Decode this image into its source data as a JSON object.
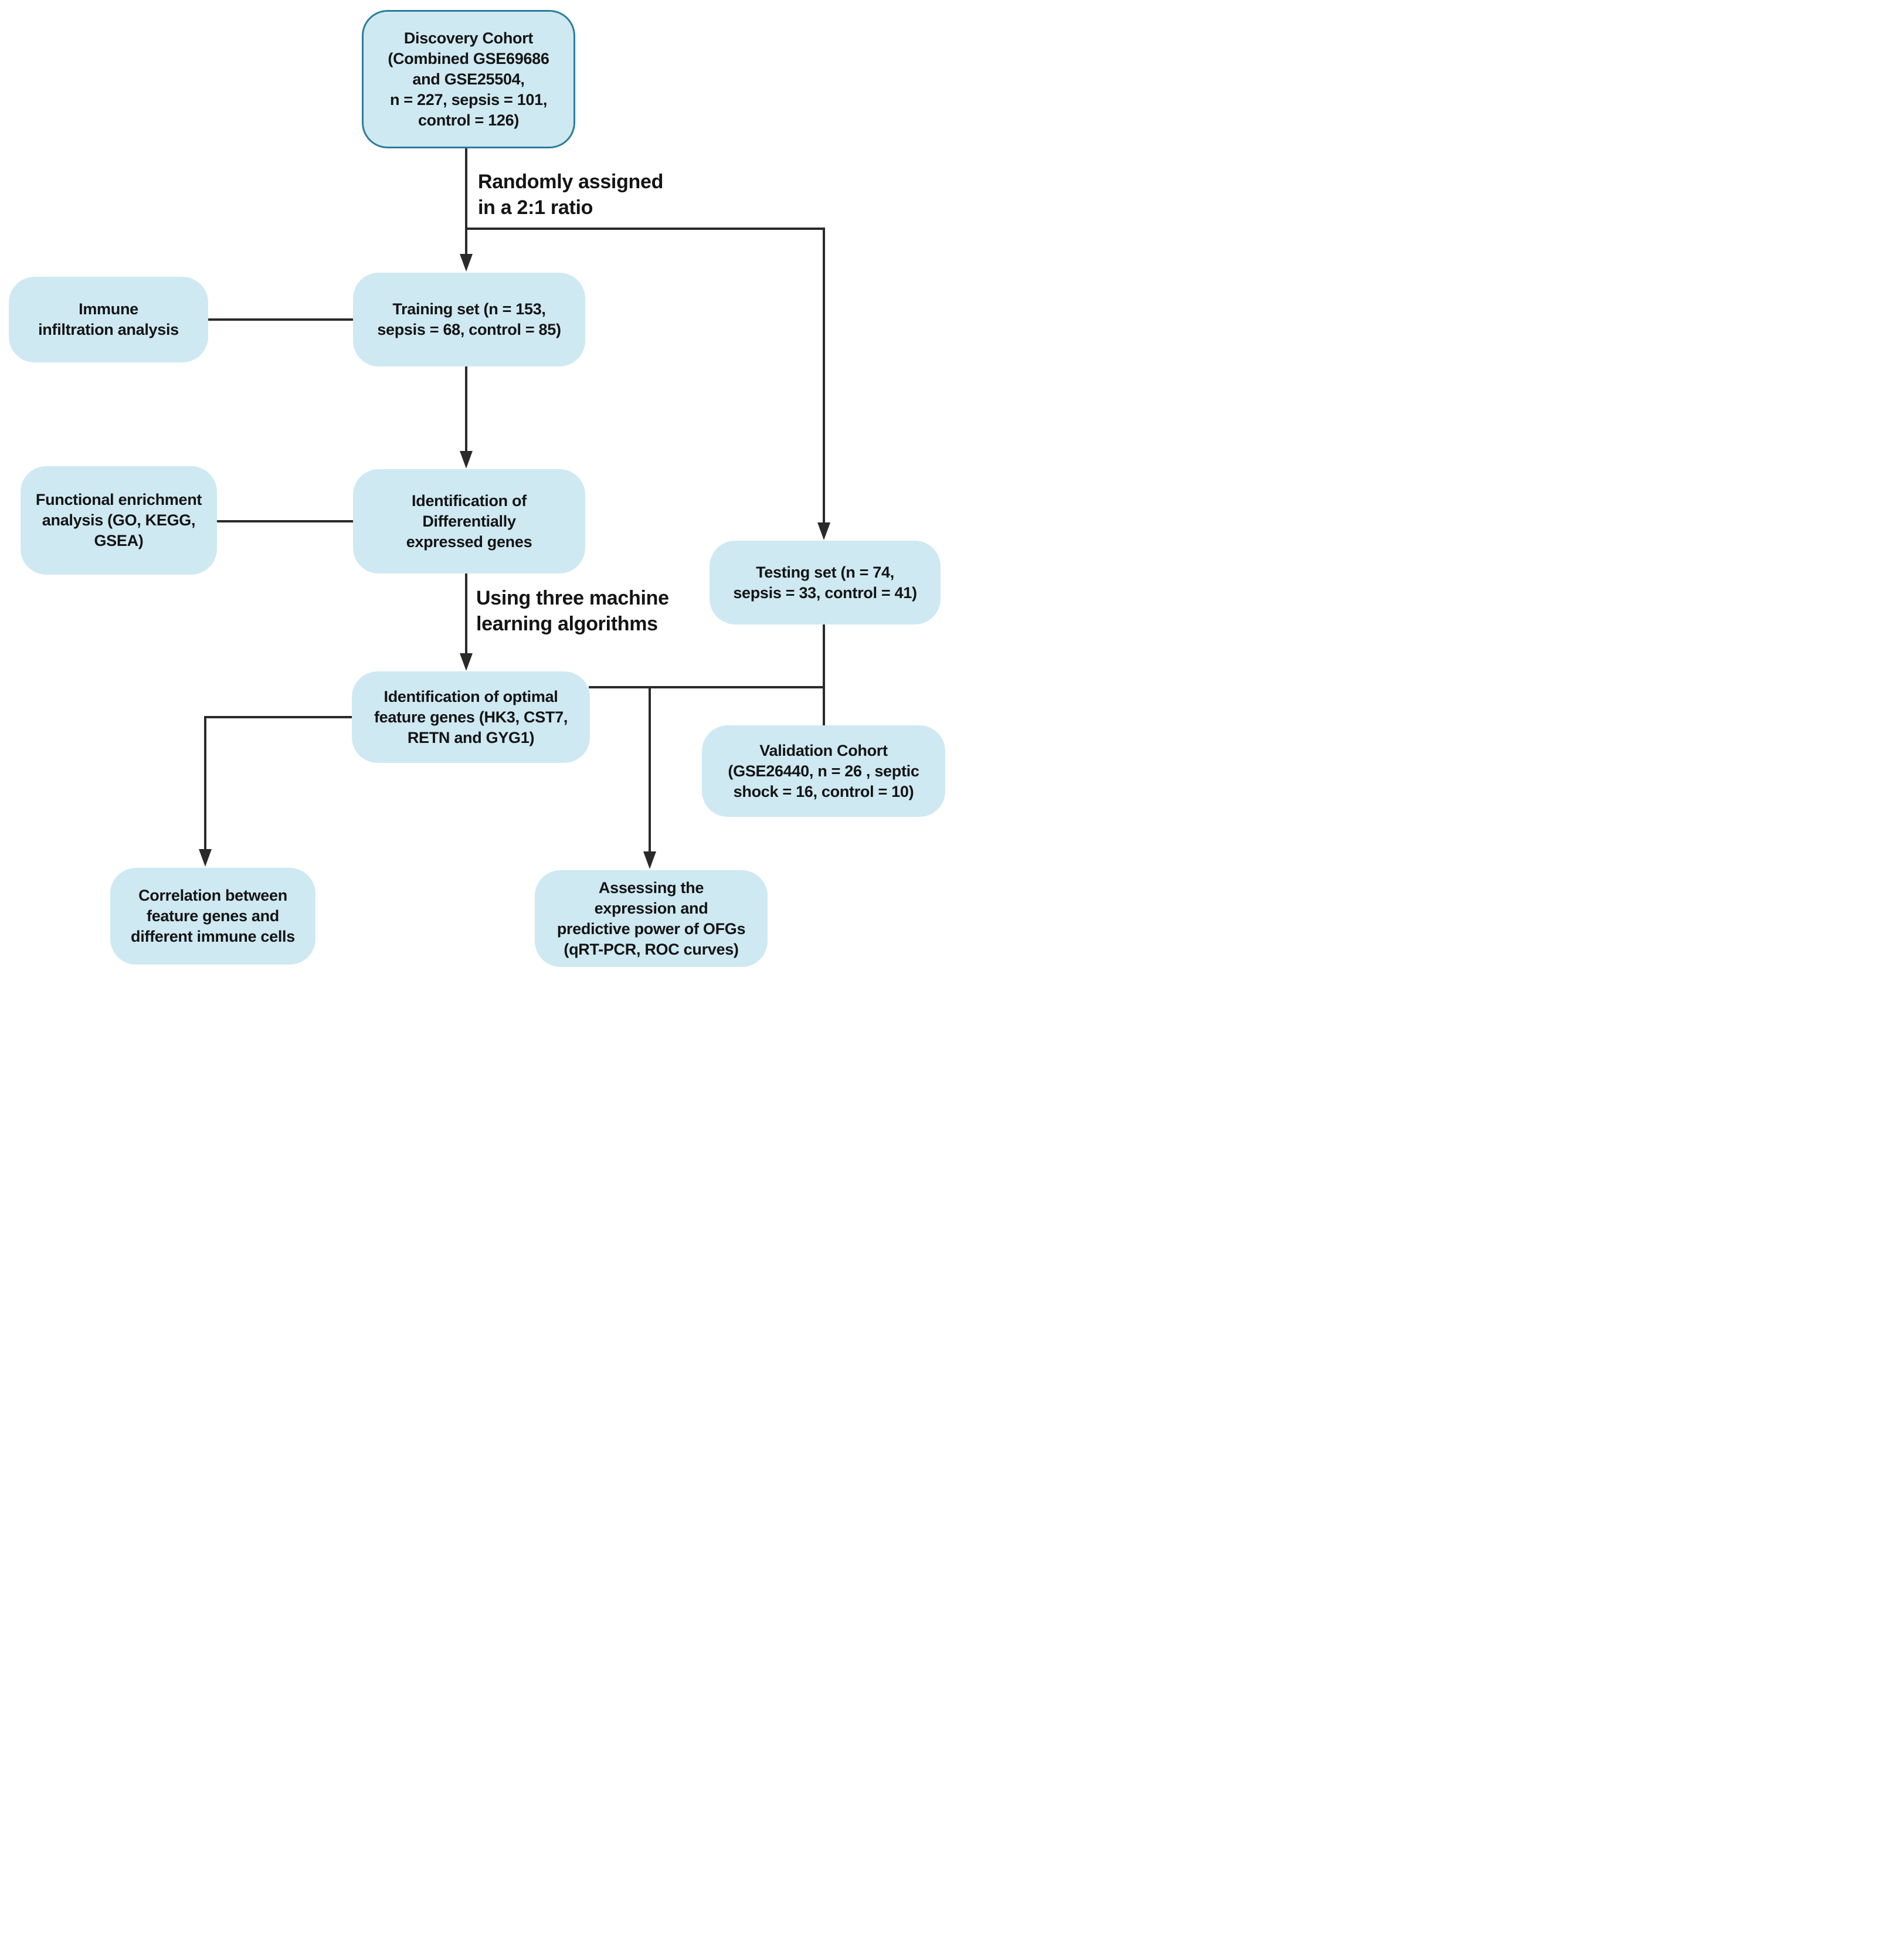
{
  "theme": {
    "background": "#ffffff",
    "box_fill": "#cee9f2",
    "box_border": "#2c7d99",
    "line_color": "#2a2a2a",
    "text_color": "#141414"
  },
  "nodes": {
    "discovery": {
      "lines": [
        "Discovery Cohort",
        "(Combined GSE69686",
        "and GSE25504,",
        "n = 227, sepsis = 101,",
        "control = 126)"
      ]
    },
    "immune": {
      "lines": [
        "Immune",
        "infiltration analysis"
      ]
    },
    "training": {
      "lines": [
        "Training set (n = 153,",
        "sepsis = 68, control = 85)"
      ]
    },
    "functional": {
      "lines": [
        "Functional enrichment",
        "analysis (GO, KEGG,",
        "GSEA)"
      ]
    },
    "deg": {
      "lines": [
        "Identification of",
        "Differentially",
        "expressed genes"
      ]
    },
    "optimal": {
      "lines": [
        "Identification of optimal",
        "feature genes (HK3, CST7,",
        "RETN and GYG1)"
      ]
    },
    "testing": {
      "lines": [
        "Testing set (n = 74,",
        "sepsis = 33, control = 41)"
      ]
    },
    "validation": {
      "lines": [
        "Validation Cohort",
        "(GSE26440, n = 26 , septic",
        "shock = 16, control = 10)"
      ]
    },
    "correlation": {
      "lines": [
        "Correlation between",
        "feature genes and",
        "different immune cells"
      ]
    },
    "assessing": {
      "lines": [
        "Assessing the",
        "expression and",
        "predictive power of OFGs",
        "(qRT-PCR, ROC curves)"
      ]
    }
  },
  "labels": {
    "random_assignment": {
      "lines": [
        "Randomly assigned",
        "in a 2:1 ratio"
      ]
    },
    "ml_algorithms": {
      "lines": [
        "Using three machine",
        "learning algorithms"
      ]
    }
  }
}
